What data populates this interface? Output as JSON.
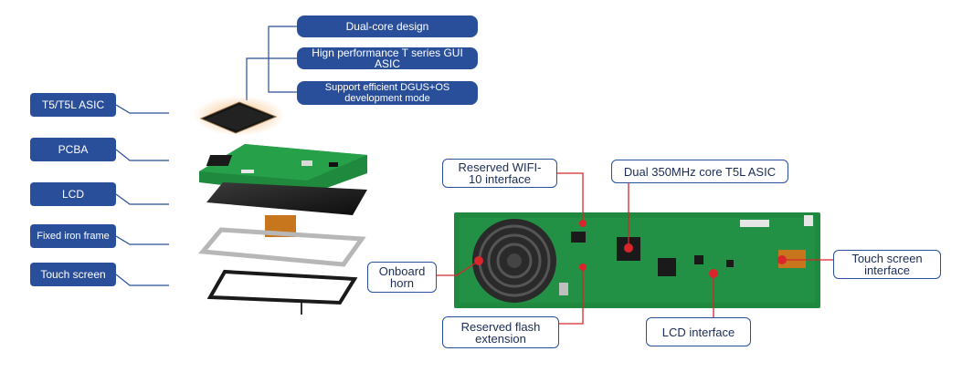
{
  "top_features": [
    "Dual-core design",
    "Hign performance T series GUI ASIC",
    "Support efficient DGUS+OS development mode"
  ],
  "layers": [
    "T5/T5L ASIC",
    "PCBA",
    "LCD",
    "Fixed iron frame",
    "Touch screen"
  ],
  "callouts": {
    "wifi": "Reserved WIFI-10 interface",
    "core": "Dual 350MHz core T5L ASIC",
    "horn": "Onboard horn",
    "touch": "Touch screen interface",
    "flash": "Reserved flash extension",
    "lcd": "LCD interface"
  },
  "colors": {
    "label_blue": "#2a4f9a",
    "pcb_green": "#1f8a3d",
    "marker_red": "#d8262b"
  }
}
